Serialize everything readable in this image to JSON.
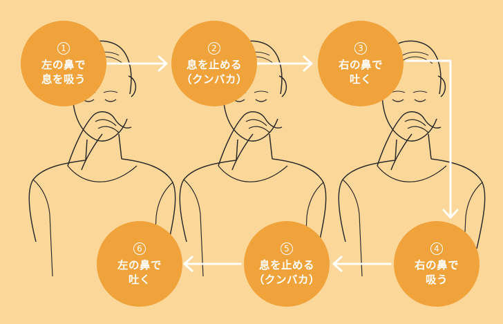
{
  "colors": {
    "background": "#fbd89a",
    "circle": "#f0a33a",
    "arrow": "#ffffff",
    "text": "#ffffff",
    "lineart": "#2a2a2a"
  },
  "steps": [
    {
      "number": "1",
      "line1": "左の鼻で",
      "line2": "息を吸う"
    },
    {
      "number": "2",
      "line1": "息を止める",
      "line2": "（クンバカ）"
    },
    {
      "number": "3",
      "line1": "右の鼻で",
      "line2": "吐く"
    },
    {
      "number": "4",
      "line1": "右の鼻で",
      "line2": "吸う"
    },
    {
      "number": "5",
      "line1": "息を止める",
      "line2": "（クンバカ）"
    },
    {
      "number": "6",
      "line1": "左の鼻で",
      "line2": "吐く"
    }
  ]
}
